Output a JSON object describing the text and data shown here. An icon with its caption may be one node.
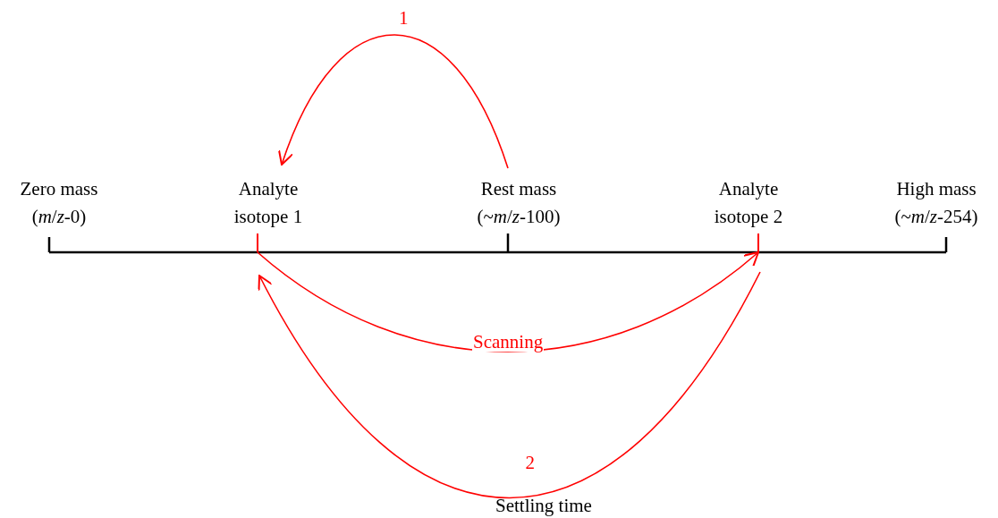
{
  "diagram": {
    "nodes": [
      {
        "text": [
          "Zero mass (*m*/*z*-0)"
        ]
      },
      {
        "text": [
          "Analyte isotope 1"
        ]
      },
      {
        "text": [
          "Rest mass (~*m*/*z*-100)"
        ]
      },
      {
        "text": [
          "Analyte isotope 2"
        ]
      },
      {
        "text": [
          "High mass (~*m*/*z*-254)"
        ]
      }
    ],
    "edges": [
      {
        "from": 2,
        "to": 1,
        "arrow": "to",
        "label": "1"
      },
      {
        "from": 1,
        "to": 3,
        "arrow": "to",
        "label": "Scanning"
      },
      {
        "from": 3,
        "to": 1,
        "arrow": "to",
        "label": "2"
      }
    ],
    "labels": [
      "Settling time"
    ]
  }
}
